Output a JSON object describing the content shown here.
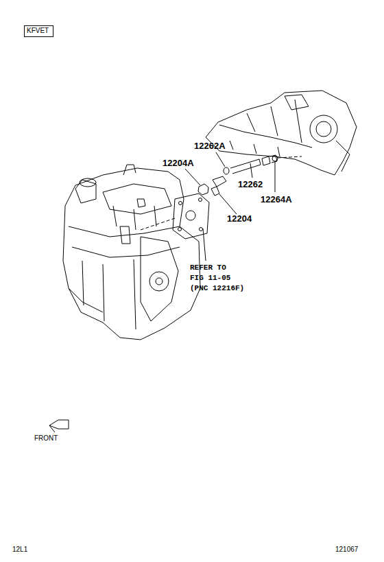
{
  "diagram": {
    "nodes": [
      {
        "text": [
          "KFVET"
        ]
      }
    ],
    "labels": [
      "12262A",
      "12204A",
      "12262",
      "12204",
      "12264A",
      "REFER TO",
      "FIG 11-05",
      "(PNC 12216F)",
      "FRONT",
      "12L1",
      "121067"
    ]
  }
}
